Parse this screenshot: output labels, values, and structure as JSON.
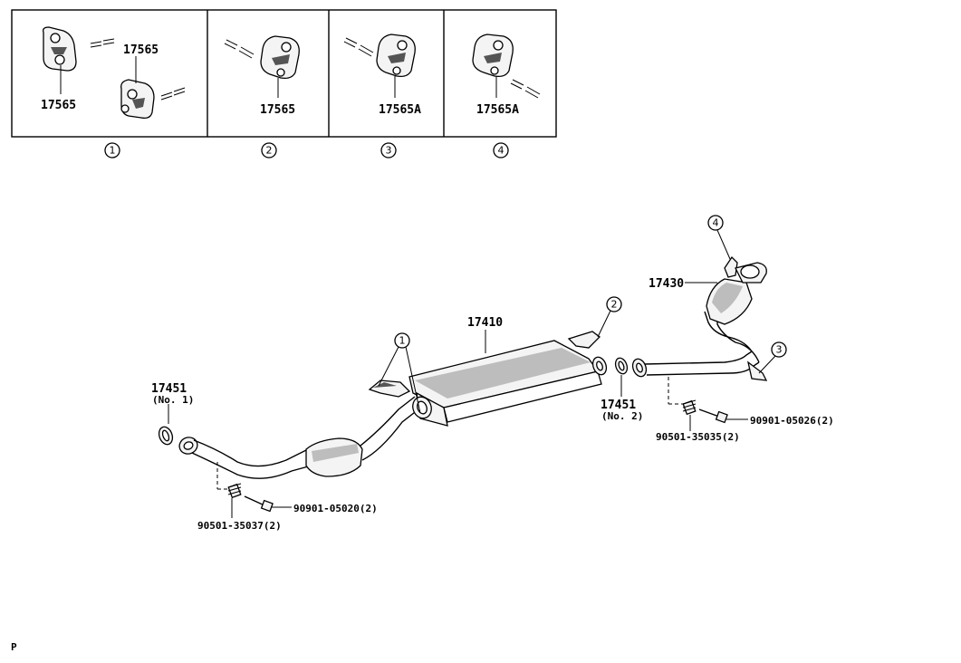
{
  "inset_panels": [
    {
      "id": "1",
      "labels": [
        "17565",
        "17565"
      ]
    },
    {
      "id": "2",
      "labels": [
        "17565"
      ]
    },
    {
      "id": "3",
      "labels": [
        "17565A"
      ]
    },
    {
      "id": "4",
      "labels": [
        "17565A"
      ]
    }
  ],
  "callouts": {
    "c1": "1",
    "c2": "2",
    "c3": "3",
    "c4": "4"
  },
  "parts": {
    "gasket_front_num": "17451",
    "gasket_front_sub": "(No. 1)",
    "gasket_rear_num": "17451",
    "gasket_rear_sub": "(No. 2)",
    "center_pipe": "17410",
    "tail_pipe": "17430",
    "bolt_front": "90901-05020(2)",
    "spring_front": "90501-35037(2)",
    "bolt_rear": "90901-05026(2)",
    "spring_rear": "90501-35035(2)"
  },
  "corner_mark": "P"
}
